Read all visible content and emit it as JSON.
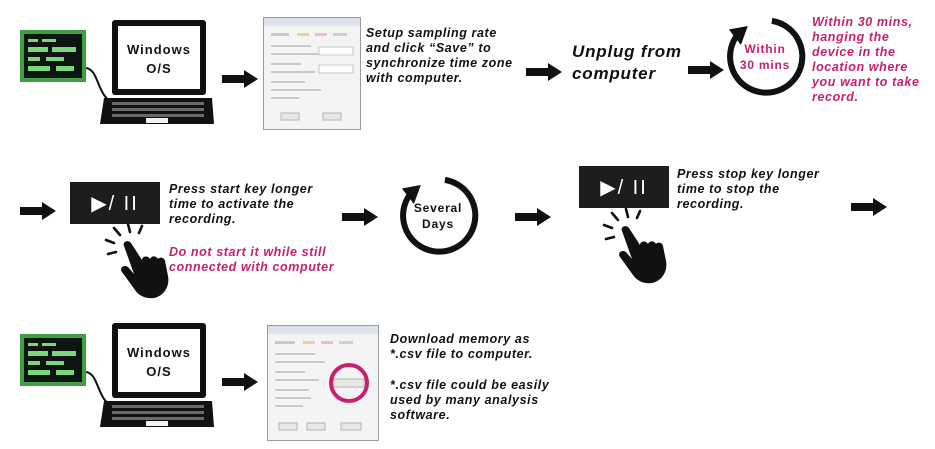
{
  "laptop_screen_label": "Windows\nO/S",
  "key_symbol": "▶/ II",
  "steps": {
    "setup_text": "Setup sampling rate\nand click “Save” to\nsynchronize time zone\nwith computer.",
    "unplug_text": "Unplug from\ncomputer",
    "within_cycle_label": "Within\n30 mins",
    "within_note": "Within 30 mins,\nhanging the\ndevice in the\nlocation where\nyou want to take\nrecord.",
    "start_text": "Press start key longer\ntime to activate the\nrecording.",
    "start_warning": "Do not start it while still\nconnected with computer",
    "several_days_label": "Several\nDays",
    "stop_text": "Press stop key longer\ntime to stop the\nrecording.",
    "download_text": "Download memory as\n*.csv file to computer.",
    "csv_note": "*.csv file could be easily\nused by many analysis\nsoftware."
  },
  "colors": {
    "accent_pink": "#c8206e",
    "dark": "#1d1d1d",
    "device_green": "#3aa040"
  }
}
